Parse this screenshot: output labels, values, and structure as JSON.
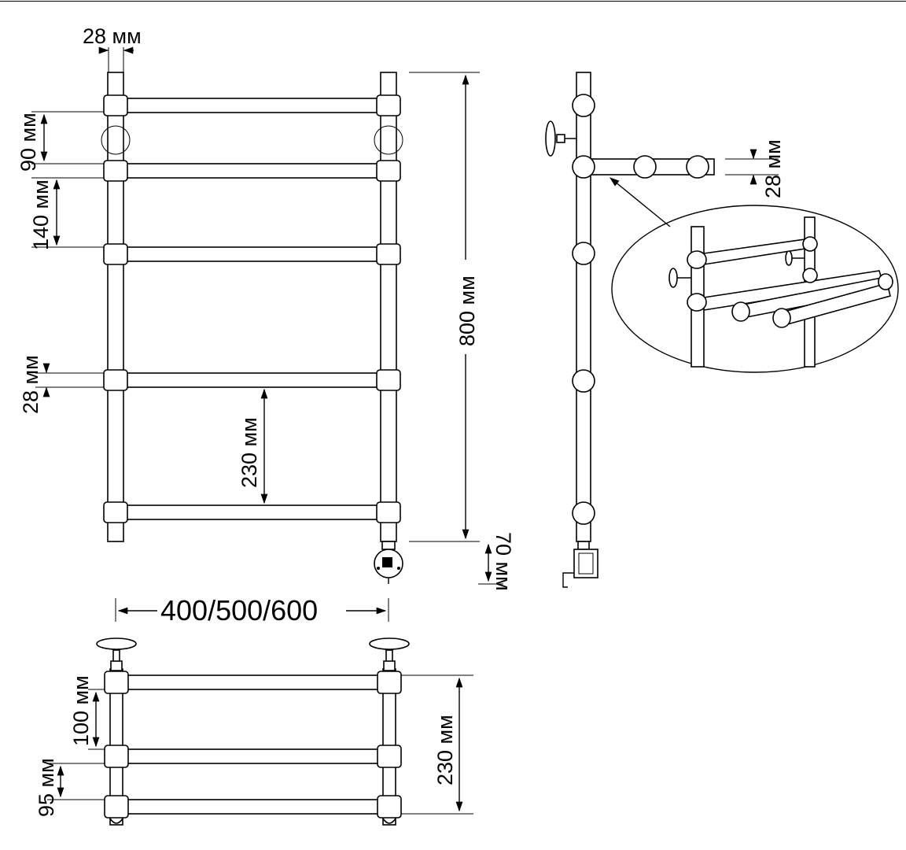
{
  "labels": {
    "top_width": "28 мм",
    "gap_90": "90 мм",
    "gap_140": "140 мм",
    "bar_28_front": "28 мм",
    "gap_230_front": "230 мм",
    "height_800": "800 мм",
    "bottom_70": "70 мм",
    "width_total": "400/500/600",
    "side_28": "28 мм",
    "top_100": "100 мм",
    "top_95": "95 мм",
    "depth_230": "230 мм"
  }
}
